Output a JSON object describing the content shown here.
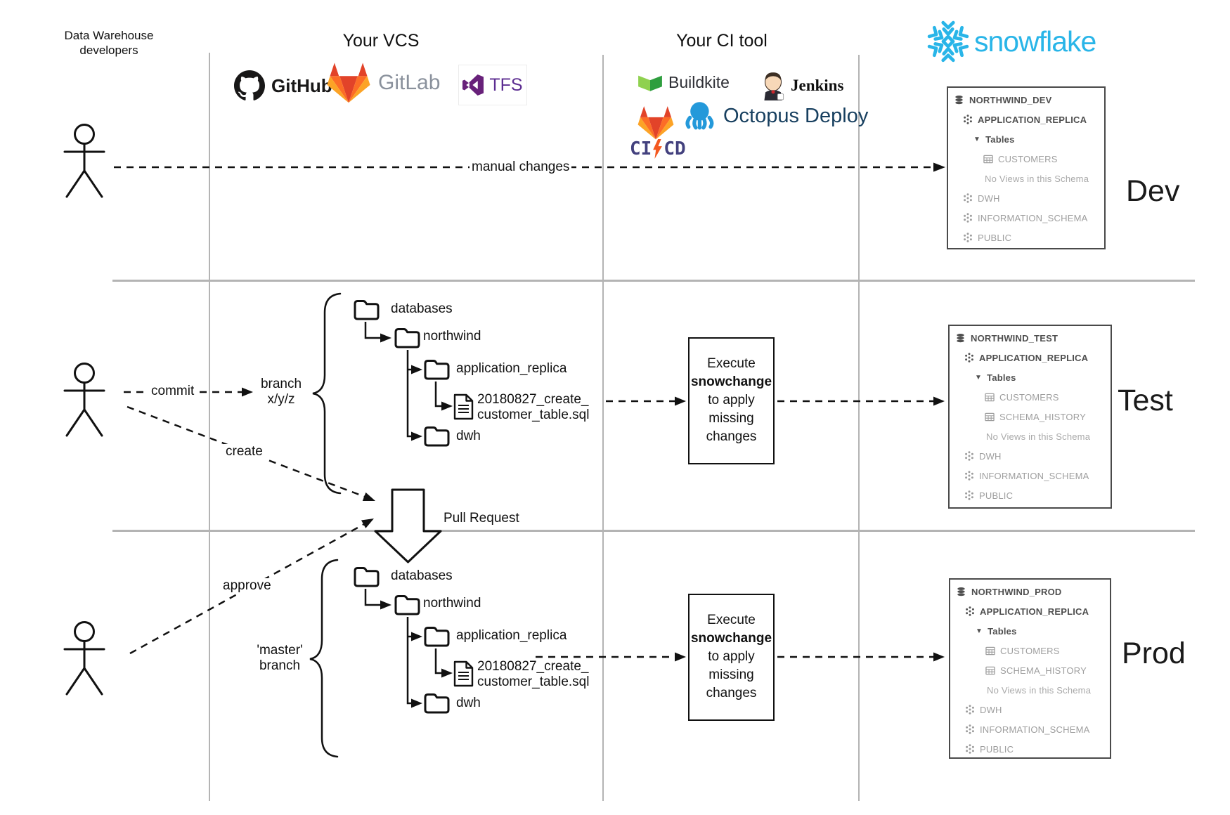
{
  "headers": {
    "developers": "Data Warehouse developers",
    "vcs": "Your VCS",
    "ci": "Your CI tool"
  },
  "logos": {
    "github": "GitHub",
    "gitlab": "GitLab",
    "tfs": "TFS",
    "buildkite": "Buildkite",
    "jenkins": "Jenkins",
    "cicd_ci": "CI",
    "cicd_cd": "CD",
    "octopus": "Octopus Deploy",
    "snowflake": "snowflake"
  },
  "labels": {
    "manual_changes": "manual changes",
    "commit": "commit",
    "create": "create",
    "approve": "approve",
    "pull_request": "Pull Request",
    "branch_line1": "branch",
    "branch_line2": "x/y/z",
    "master_line1": "'master'",
    "master_line2": "branch"
  },
  "tree": {
    "databases": "databases",
    "northwind": "northwind",
    "application_replica": "application_replica",
    "sql_file_line1": "20180827_create_",
    "sql_file_line2": "customer_table.sql",
    "dwh": "dwh"
  },
  "snowchange": {
    "line1": "Execute",
    "line2": "snowchange",
    "line3": "to apply",
    "line4": "missing",
    "line5": "changes"
  },
  "panels": {
    "dev": {
      "env": "Dev",
      "db": "NORTHWIND_DEV",
      "schema": "APPLICATION_REPLICA",
      "tables_label": "Tables",
      "table1": "CUSTOMERS",
      "no_views": "No Views in this Schema",
      "schema2": "DWH",
      "schema3": "INFORMATION_SCHEMA",
      "schema4": "PUBLIC"
    },
    "test": {
      "env": "Test",
      "db": "NORTHWIND_TEST",
      "schema": "APPLICATION_REPLICA",
      "tables_label": "Tables",
      "table1": "CUSTOMERS",
      "table2": "SCHEMA_HISTORY",
      "no_views": "No Views in this Schema",
      "schema2": "DWH",
      "schema3": "INFORMATION_SCHEMA",
      "schema4": "PUBLIC"
    },
    "prod": {
      "env": "Prod",
      "db": "NORTHWIND_PROD",
      "schema": "APPLICATION_REPLICA",
      "tables_label": "Tables",
      "table1": "CUSTOMERS",
      "table2": "SCHEMA_HISTORY",
      "no_views": "No Views in this Schema",
      "schema2": "DWH",
      "schema3": "INFORMATION_SCHEMA",
      "schema4": "PUBLIC"
    }
  },
  "colors": {
    "snowflake_blue": "#29b5e8",
    "gitlab_orange": "#fc6d26",
    "gitlab_red": "#e24329",
    "tfs_purple": "#68217a",
    "buildkite_green": "#2e9e3e",
    "octopus_blue": "#2499da",
    "cicd_navy": "#43417e",
    "divider_gray": "#b4b4b4"
  }
}
